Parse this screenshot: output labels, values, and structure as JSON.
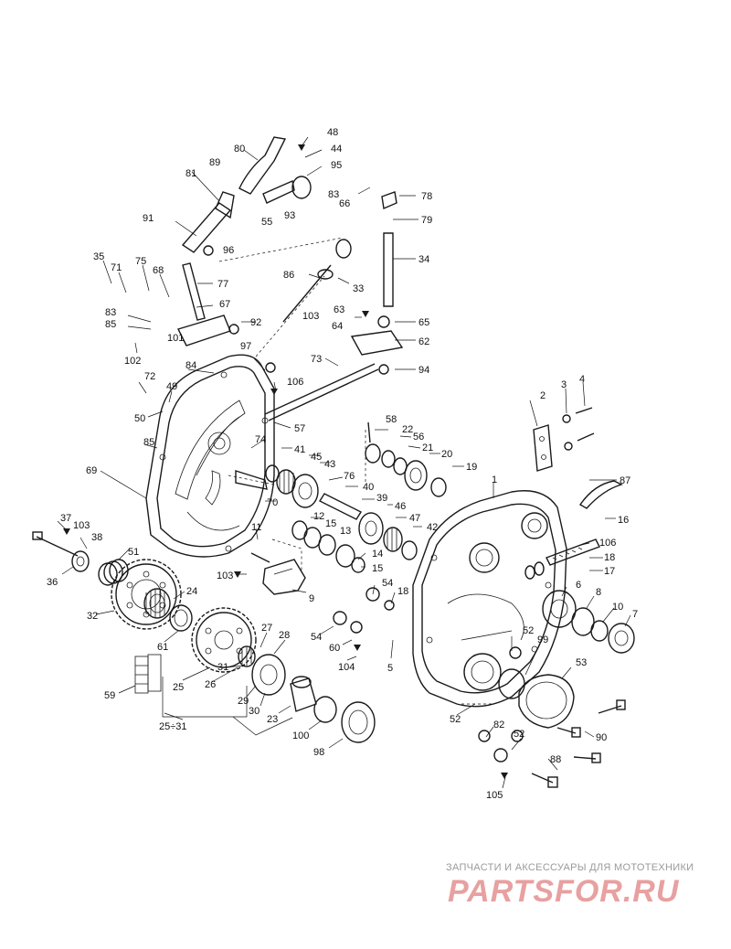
{
  "watermark": {
    "tagline": "ЗАПЧАСТИ И АКСЕССУАРЫ ДЛЯ МОТОТЕХНИКИ",
    "logo": "PARTSFOR.RU"
  },
  "labels": [
    "48",
    "44",
    "80",
    "95",
    "89",
    "81",
    "83",
    "78",
    "66",
    "79",
    "93",
    "55",
    "91",
    "96",
    "34",
    "35",
    "71",
    "75",
    "68",
    "77",
    "86",
    "33",
    "67",
    "63",
    "103",
    "65",
    "83",
    "64",
    "85",
    "92",
    "102",
    "101",
    "97",
    "62",
    "94",
    "84",
    "73",
    "72",
    "106",
    "49",
    "50",
    "57",
    "58",
    "3",
    "4",
    "2",
    "22",
    "56",
    "21",
    "85",
    "74",
    "41",
    "45",
    "20",
    "43",
    "19",
    "76",
    "69",
    "87",
    "1",
    "40",
    "70",
    "39",
    "46",
    "47",
    "16",
    "37",
    "103",
    "12",
    "15",
    "13",
    "106",
    "38",
    "11",
    "51",
    "14",
    "18",
    "42",
    "15",
    "17",
    "36",
    "103",
    "9",
    "24",
    "54",
    "18",
    "6",
    "8",
    "10",
    "7",
    "32",
    "61",
    "54",
    "60",
    "5",
    "52",
    "99",
    "27",
    "28",
    "53",
    "104",
    "26",
    "25",
    "59",
    "31",
    "29",
    "30",
    "23",
    "52",
    "100",
    "82",
    "90",
    "98",
    "52",
    "88",
    "25÷31",
    "105"
  ],
  "colors": {
    "line": "#1a1a1a",
    "watermark_text": "#9a9a9a",
    "watermark_logo": "#e8a0a0"
  }
}
